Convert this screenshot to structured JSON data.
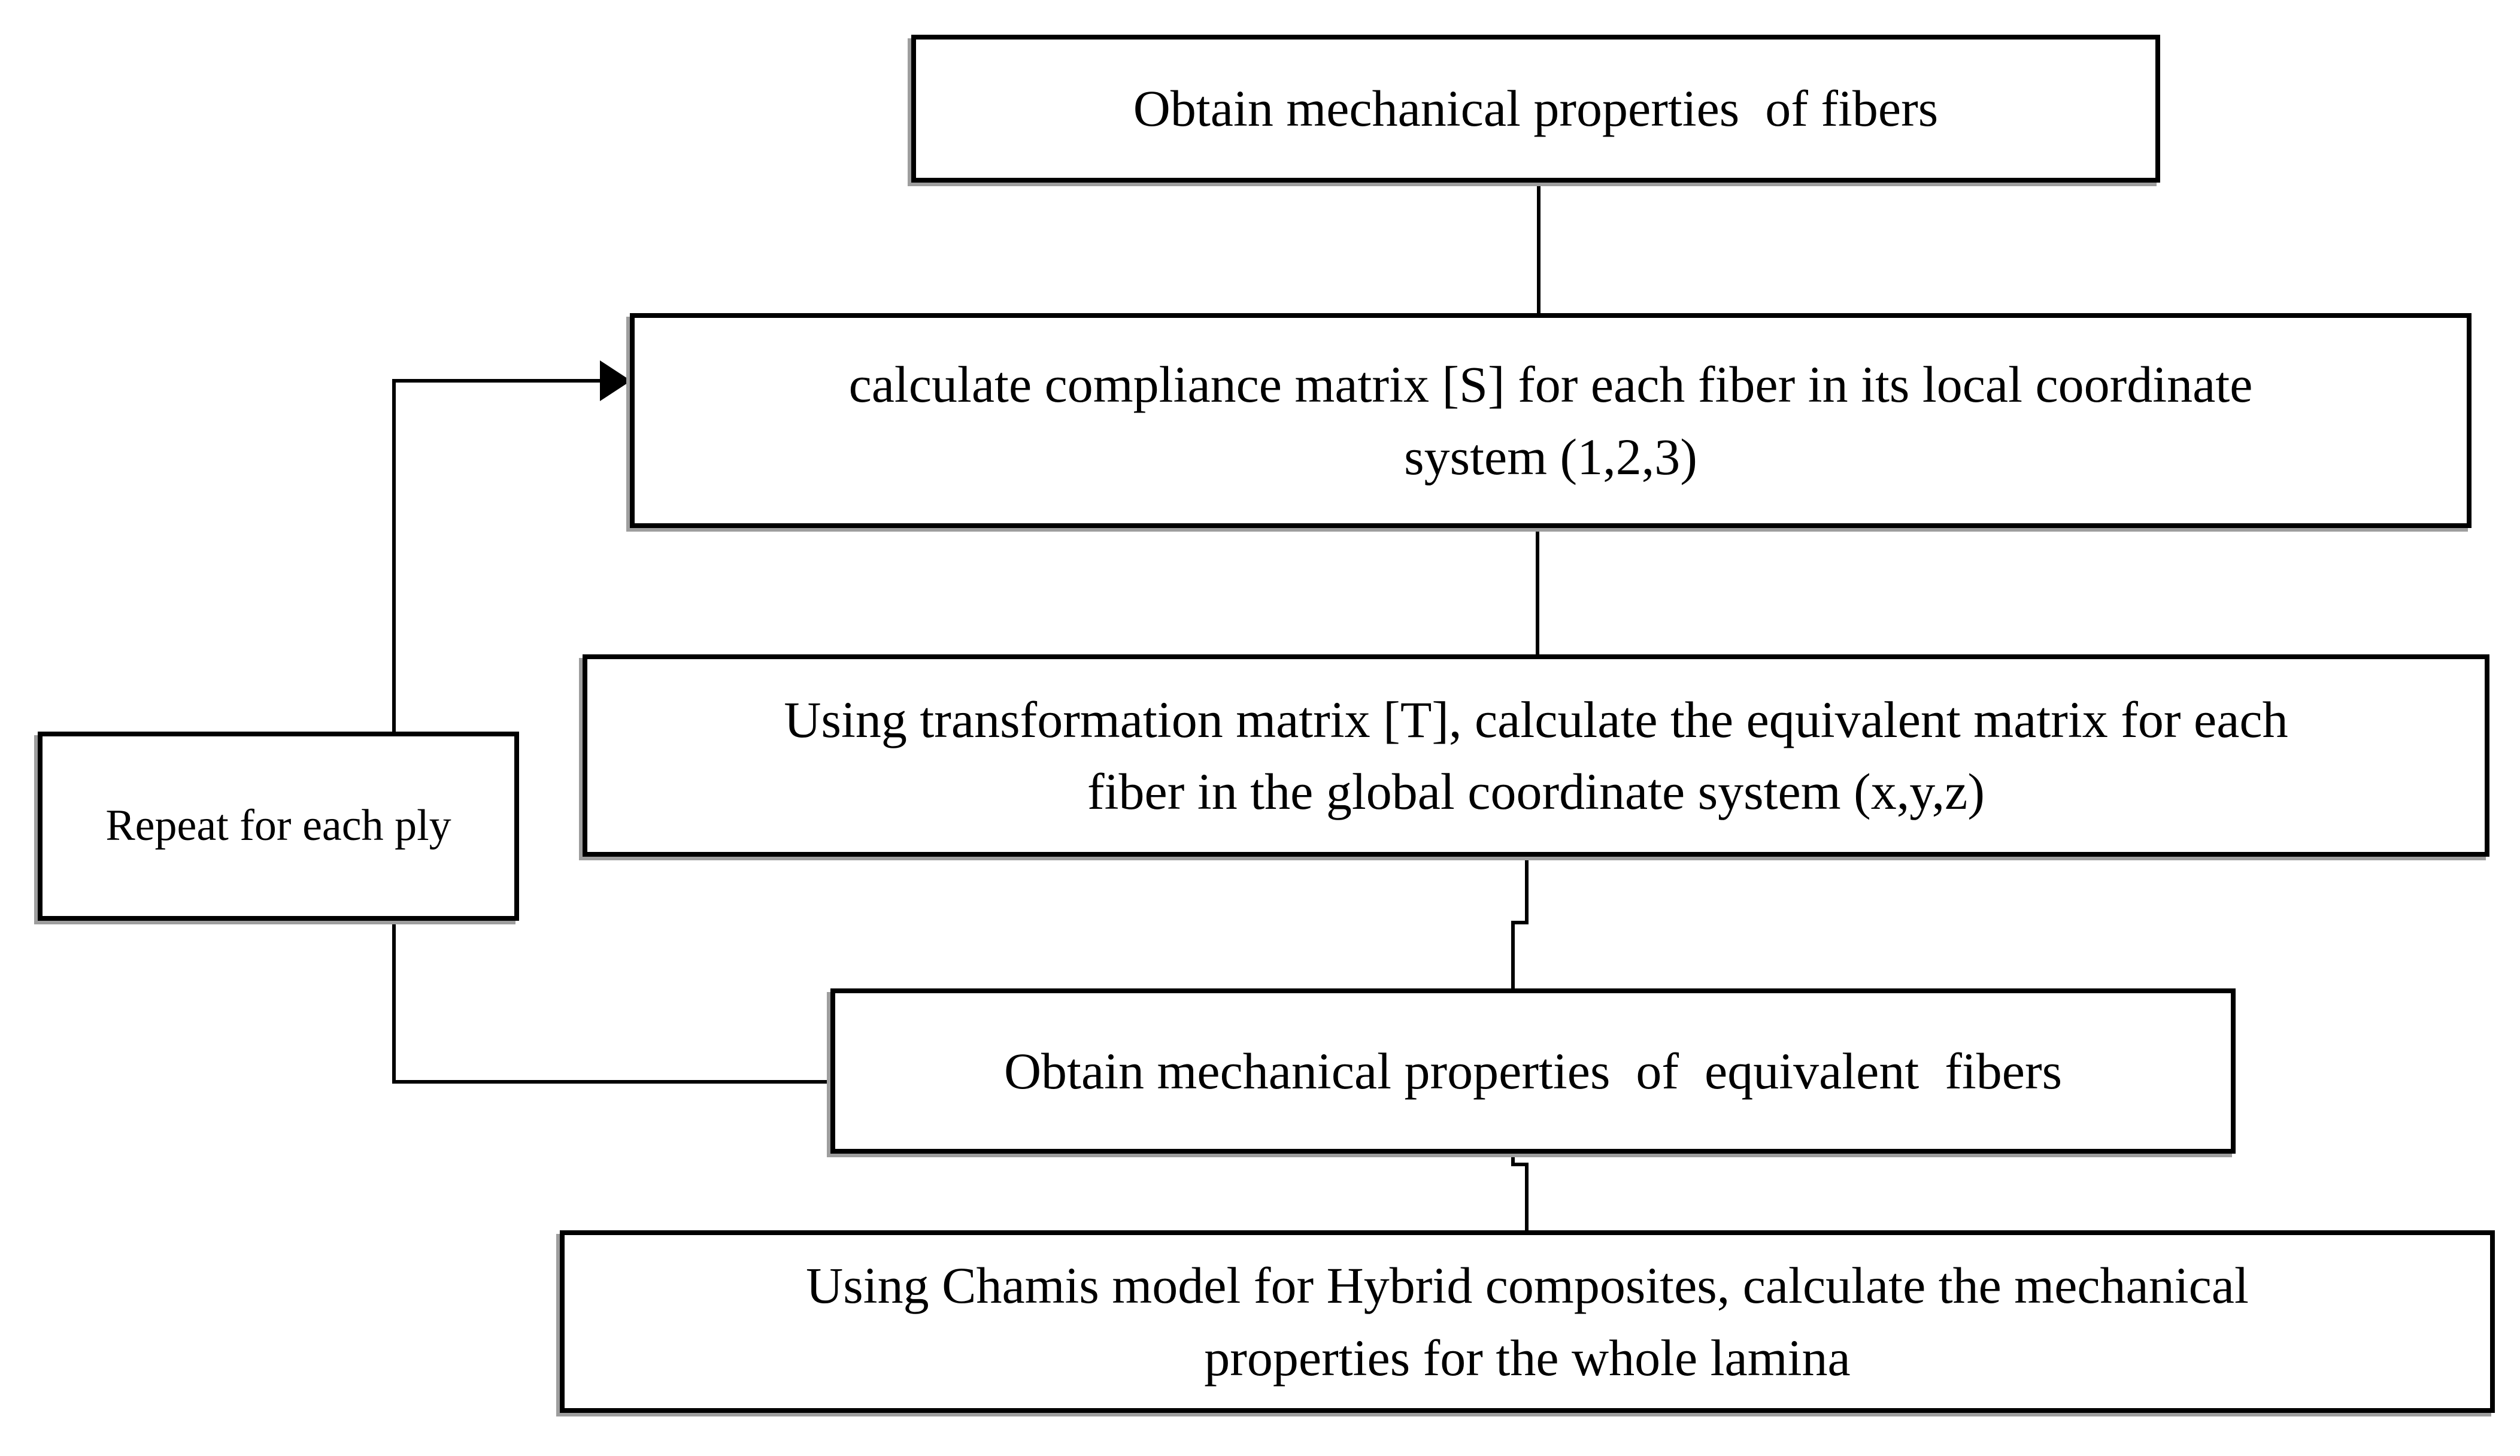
{
  "diagram": {
    "type": "flowchart",
    "colors": {
      "background": "#ffffff",
      "box_fill": "#ffffff",
      "box_border": "#000000",
      "box_shadow": "#9e9e9e",
      "connector": "#000000",
      "text": "#000000"
    },
    "nodes": {
      "obtain_fibers": {
        "text": "Obtain mechanical properties  of fibers"
      },
      "compliance_matrix": {
        "text": "calculate compliance matrix [S] for each fiber in its local coordinate\nsystem (1,2,3)"
      },
      "transformation_matrix": {
        "text": "Using transformation matrix [T], calculate the equivalent matrix for each\nfiber in the global coordinate system (x,y,z)"
      },
      "equivalent_fibers": {
        "text": "Obtain mechanical properties  of  equivalent  fibers"
      },
      "chamis_model": {
        "text": "Using Chamis model for Hybrid composites, calculate the mechanical\nproperties for the whole lamina"
      },
      "repeat_ply": {
        "text": "Repeat for each ply"
      }
    },
    "edges": [
      {
        "from": "obtain_fibers",
        "to": "compliance_matrix",
        "arrow": false
      },
      {
        "from": "compliance_matrix",
        "to": "transformation_matrix",
        "arrow": false
      },
      {
        "from": "transformation_matrix",
        "to": "equivalent_fibers",
        "arrow": false
      },
      {
        "from": "equivalent_fibers",
        "to": "chamis_model",
        "arrow": false
      },
      {
        "from": "equivalent_fibers",
        "to": "compliance_matrix",
        "via": "repeat_ply",
        "arrow": true
      }
    ]
  }
}
